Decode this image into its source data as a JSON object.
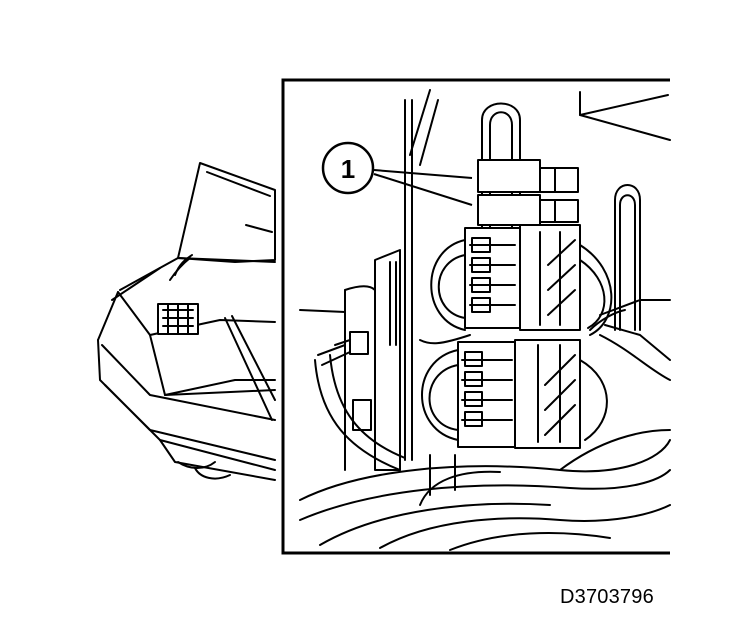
{
  "callouts": [
    {
      "id": "1",
      "label": "1"
    }
  ],
  "document_code": "D3703796",
  "colors": {
    "ink": "#000000",
    "paper": "#ffffff"
  }
}
